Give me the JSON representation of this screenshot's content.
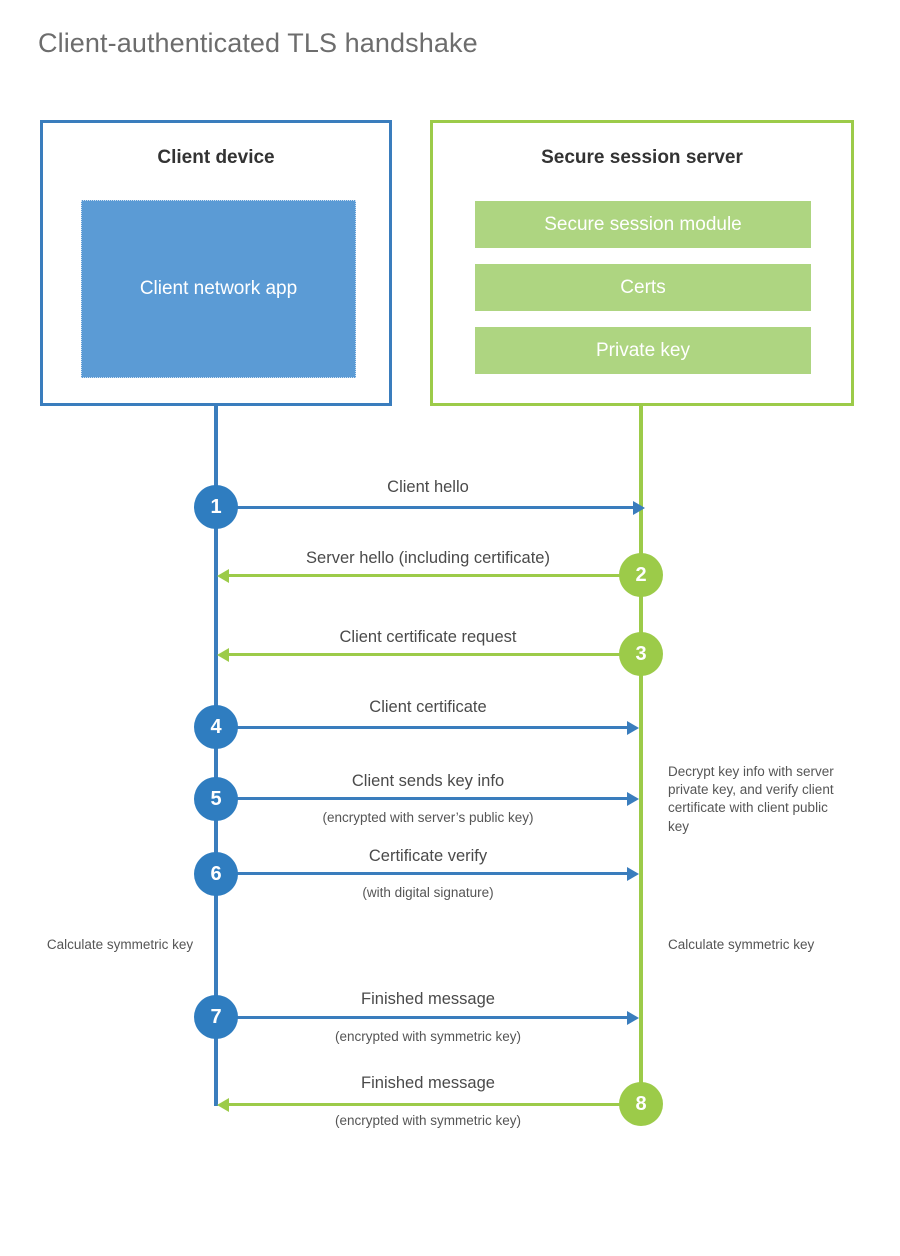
{
  "page": {
    "title": "Client-authenticated TLS handshake"
  },
  "colors": {
    "client_blue": "#3a7dbd",
    "client_app_fill": "#5b9bd5",
    "server_green": "#9ccb49",
    "server_block_fill": "#aed581",
    "badge_blue": "#2f7dc0",
    "badge_green": "#9ccb49",
    "title_gray": "#6d6d6d",
    "label_gray": "#4a4a4a"
  },
  "actors": {
    "client": {
      "title": "Client device",
      "app_label": "Client network app"
    },
    "server": {
      "title": "Secure session server",
      "blocks": [
        "Secure session module",
        "Certs",
        "Private key"
      ]
    }
  },
  "steps": [
    {
      "number": "1",
      "label": "Client hello",
      "sublabel": "",
      "direction": "client-to-server",
      "color": "blue"
    },
    {
      "number": "2",
      "label": "Server hello (including certificate)",
      "sublabel": "",
      "direction": "server-to-client",
      "color": "green"
    },
    {
      "number": "3",
      "label": "Client certificate request",
      "sublabel": "",
      "direction": "server-to-client",
      "color": "green"
    },
    {
      "number": "4",
      "label": "Client certificate",
      "sublabel": "",
      "direction": "client-to-server",
      "color": "blue"
    },
    {
      "number": "5",
      "label": "Client sends key info",
      "sublabel": "(encrypted with server’s public key)",
      "direction": "client-to-server",
      "color": "blue"
    },
    {
      "number": "6",
      "label": "Certificate verify",
      "sublabel": "(with digital signature)",
      "direction": "client-to-server",
      "color": "blue"
    },
    {
      "number": "7",
      "label": "Finished message",
      "sublabel": "(encrypted with symmetric key)",
      "direction": "client-to-server",
      "color": "blue"
    },
    {
      "number": "8",
      "label": "Finished message",
      "sublabel": "(encrypted with symmetric key)",
      "direction": "server-to-client",
      "color": "green"
    }
  ],
  "notes": {
    "server_decrypt": "Decrypt key info with server private key, and verify client certificate with client public key",
    "client_calculate": "Calculate symmetric key",
    "server_calculate": "Calculate symmetric key"
  }
}
